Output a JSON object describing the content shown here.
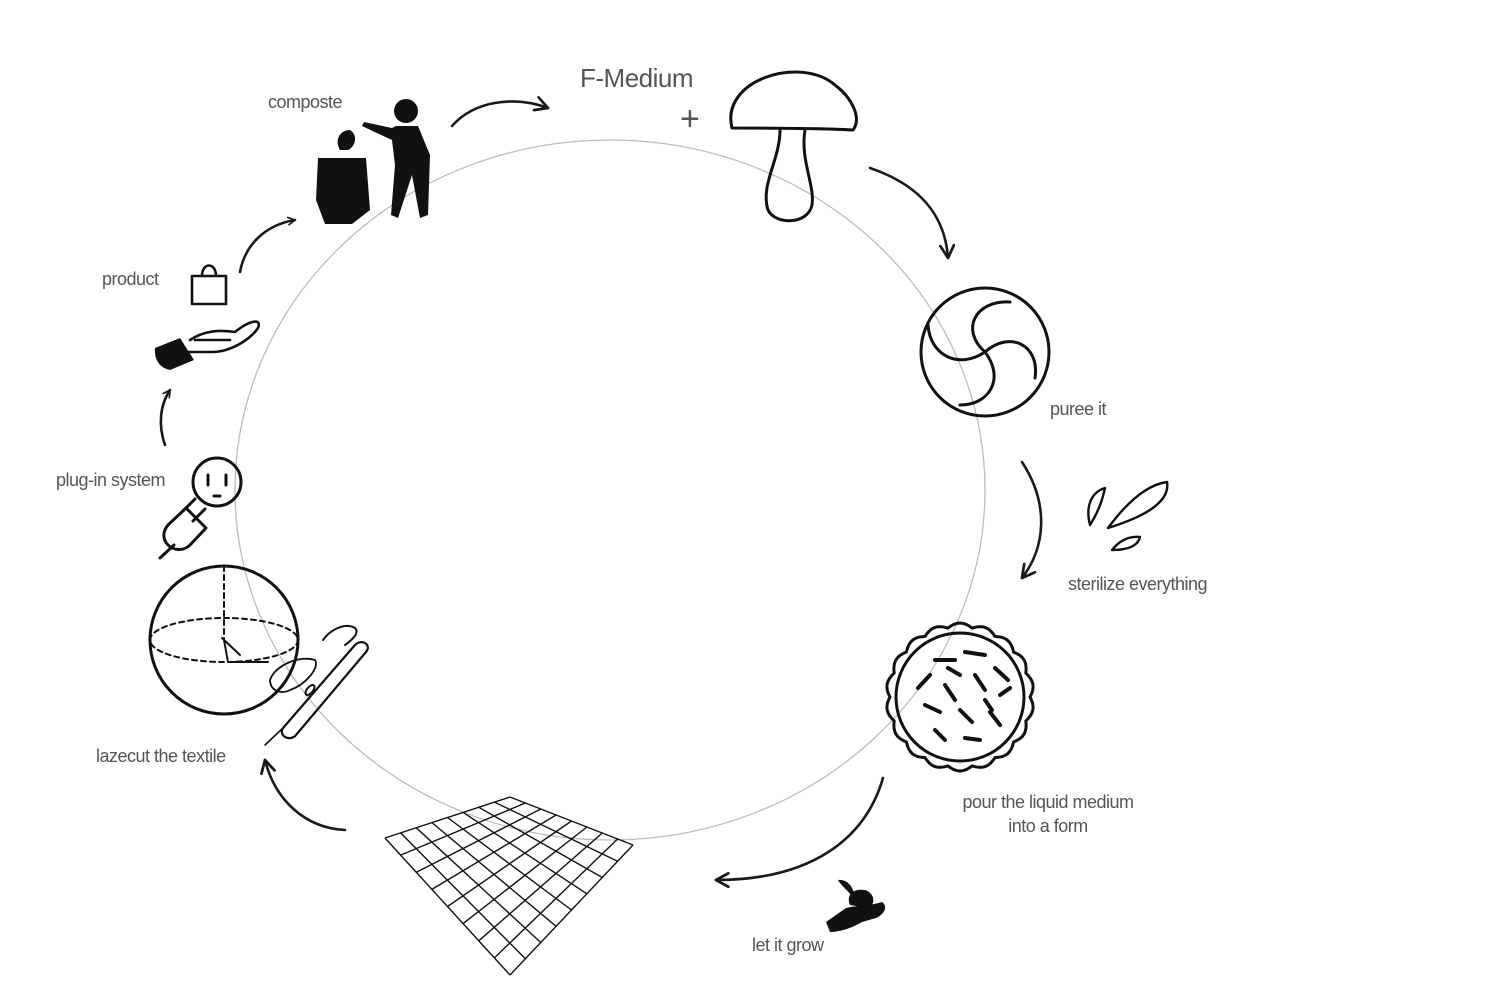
{
  "diagram": {
    "center_title": "F-Medium",
    "plus_symbol": "+",
    "steps": [
      {
        "label": "puree it",
        "icon": "blender-swirl-icon"
      },
      {
        "label": "sterilize everything",
        "icon": "droplets-icon"
      },
      {
        "label_lines": [
          "pour the liquid medium",
          "into a form"
        ],
        "icon": "petri-dish-icon"
      },
      {
        "label": "let it grow",
        "icon": "hand-sprout-icon"
      },
      {
        "label": "lazecut the textile",
        "icon": "laser-pen-sphere-icon"
      },
      {
        "label": "plug-in system",
        "icon": "plug-socket-icon"
      },
      {
        "label": "product",
        "icon": "hand-bag-icon"
      },
      {
        "label": "composte",
        "icon": "trash-bin-person-icon"
      }
    ],
    "start_icon": "mushroom-icon",
    "textile_icon": "grid-textile-icon",
    "colors": {
      "ink": "#111111",
      "label": "#555555",
      "ring": "#bdbdbd"
    }
  }
}
